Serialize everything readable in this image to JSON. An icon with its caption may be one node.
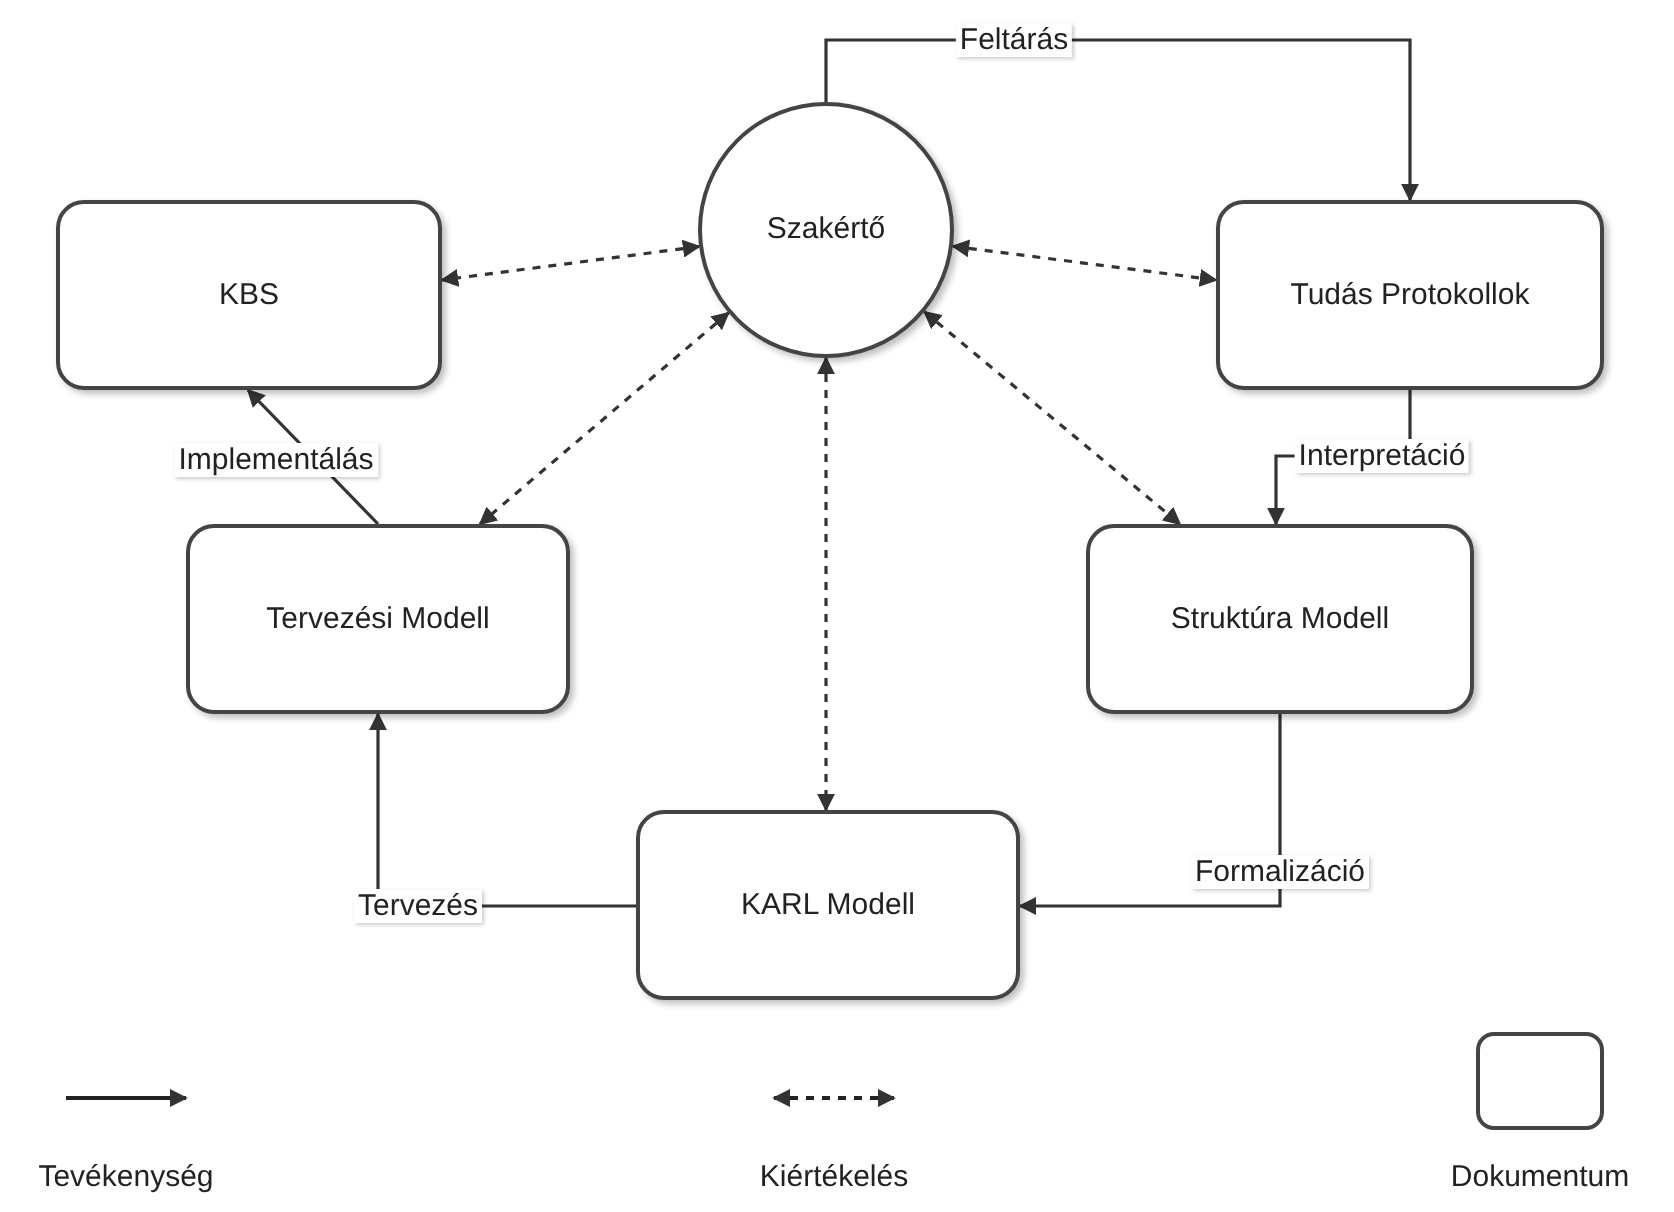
{
  "diagram": {
    "nodes": [
      {
        "text": [
          "Szakértő"
        ]
      },
      {
        "text": [
          "KBS"
        ]
      },
      {
        "text": [
          "Tudás Protokollok"
        ]
      },
      {
        "text": [
          "Tervezési Modell"
        ]
      },
      {
        "text": [
          "Struktúra Modell"
        ]
      },
      {
        "text": [
          "KARL Modell"
        ]
      }
    ],
    "edges": [
      {
        "from": 0,
        "to": 2,
        "arrow": "to",
        "label": "Feltárás"
      },
      {
        "from": 2,
        "to": 4,
        "arrow": "to",
        "label": "Interpretáció"
      },
      {
        "from": 4,
        "to": 5,
        "arrow": "to",
        "label": "Formalizáció"
      },
      {
        "from": 5,
        "to": 3,
        "arrow": "to",
        "label": "Tervezés"
      },
      {
        "from": 3,
        "to": 1,
        "arrow": "to",
        "label": "Implementálás"
      },
      {
        "from": 0,
        "to": 1,
        "arrow": "both",
        "style": "dashed"
      },
      {
        "from": 0,
        "to": 2,
        "arrow": "both",
        "style": "dashed"
      },
      {
        "from": 0,
        "to": 3,
        "arrow": "both",
        "style": "dashed"
      },
      {
        "from": 0,
        "to": 4,
        "arrow": "both",
        "style": "dashed"
      },
      {
        "from": 0,
        "to": 5,
        "arrow": "both",
        "style": "dashed"
      }
    ],
    "legend": [
      {
        "text": "Tevékenység"
      },
      {
        "text": "Kiértékelés"
      },
      {
        "text": "Dokumentum"
      }
    ]
  }
}
